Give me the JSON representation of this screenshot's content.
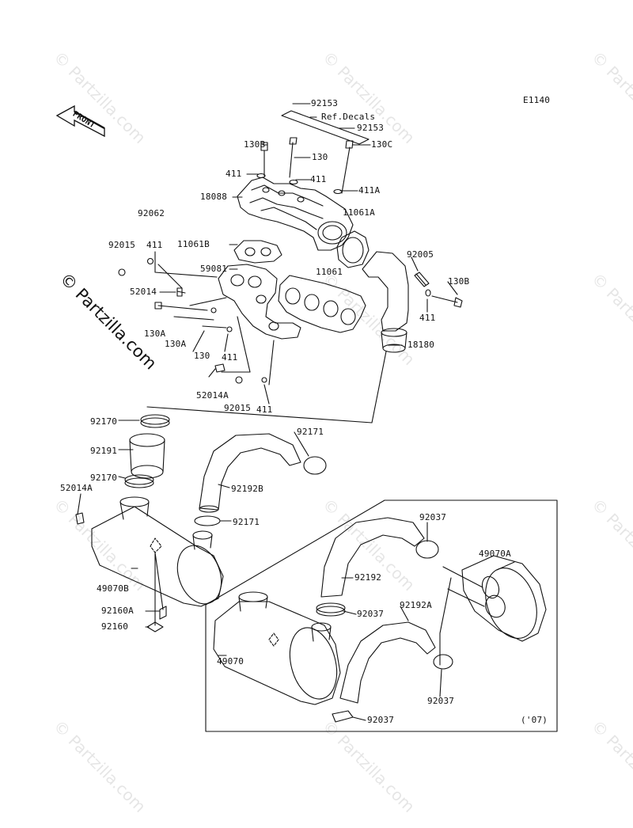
{
  "diagram_code": "E1140",
  "year_note": "('07)",
  "front_label": "FRONT",
  "ref_decals": "Ref.Decals",
  "watermark": "© Partzilla.com",
  "labels": {
    "p92153_top": "92153",
    "p92153_mid": "92153",
    "p130B_top": "130B",
    "p130_top": "130",
    "p130C": "130C",
    "p411_a": "411",
    "p411_b": "411",
    "p411A": "411A",
    "p18088": "18088",
    "p11061A": "11061A",
    "p92062": "92062",
    "p92015_top": "92015",
    "p411_left": "411",
    "p11061B": "11061B",
    "p92005": "92005",
    "p59081": "59081",
    "p11061": "11061",
    "p130B_right": "130B",
    "p52014": "52014",
    "p411_right": "411",
    "p130A_1": "130A",
    "p130A_2": "130A",
    "p130_low": "130",
    "p411_low": "411",
    "p18180": "18180",
    "p52014A_mid": "52014A",
    "p92015_low": "92015",
    "p411_bottom": "411",
    "p92170_top": "92170",
    "p92171_top": "92171",
    "p92191": "92191",
    "p92170_low": "92170",
    "p52014A_left": "52014A",
    "p92192B": "92192B",
    "p92171_mid": "92171",
    "p92037_top": "92037",
    "p49070A": "49070A",
    "p49070B": "49070B",
    "p92192": "92192",
    "p92037_mid": "92037",
    "p92160A": "92160A",
    "p92192A": "92192A",
    "p92160": "92160",
    "p49070": "49070",
    "p92037_right": "92037",
    "p92037_bottom": "92037"
  }
}
